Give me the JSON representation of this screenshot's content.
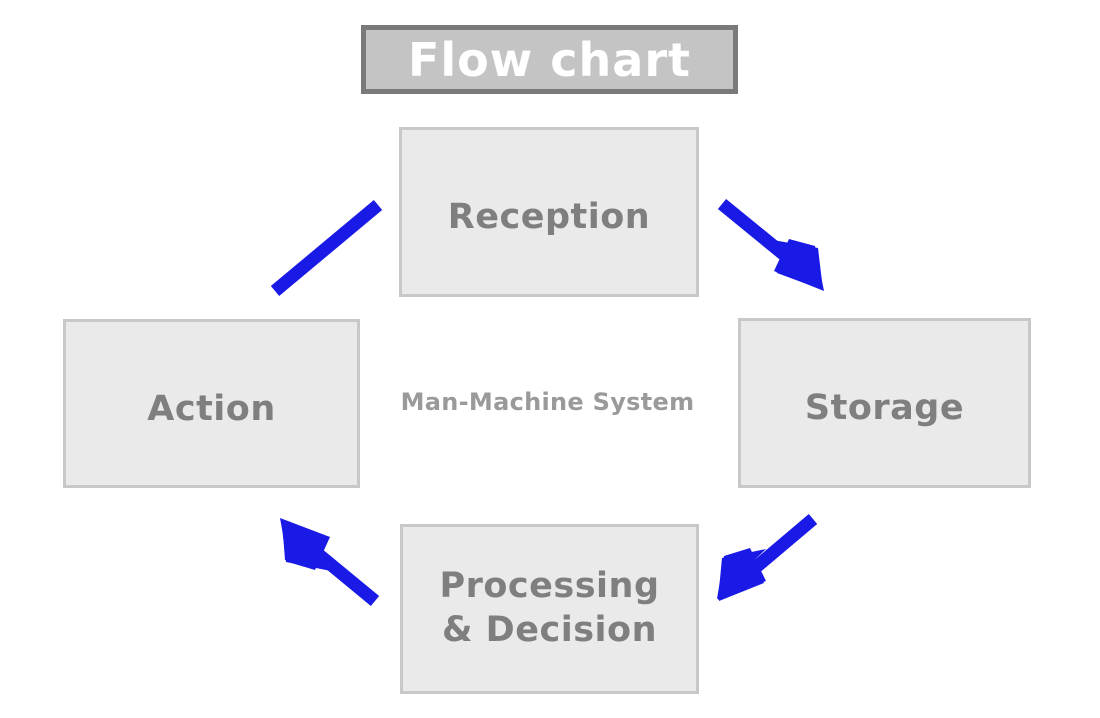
{
  "diagram": {
    "title": "Flow chart",
    "center_caption": "Man-Machine System",
    "nodes": [
      {
        "id": "reception",
        "label": "Reception",
        "position": "top"
      },
      {
        "id": "storage",
        "label": "Storage",
        "position": "right"
      },
      {
        "id": "processing",
        "label": "Processing\n& Decision",
        "line1": "Processing",
        "line2": "& Decision",
        "position": "bottom"
      },
      {
        "id": "action",
        "label": "Action",
        "position": "left"
      }
    ],
    "connectors": [
      {
        "id": "reception-to-storage",
        "from": "reception",
        "to": "storage",
        "direction": "down-right",
        "arrowhead": true
      },
      {
        "id": "storage-to-processing",
        "from": "storage",
        "to": "processing",
        "direction": "down-left",
        "arrowhead": true
      },
      {
        "id": "processing-to-action",
        "from": "processing",
        "to": "action",
        "direction": "up-left",
        "arrowhead": true
      },
      {
        "id": "action-to-reception",
        "from": "action",
        "to": "reception",
        "direction": "up-right",
        "arrowhead": false
      }
    ],
    "colors": {
      "arrow": "#1A1AE6",
      "node_fill": "#EAEAEA",
      "node_border": "#C8C8C8",
      "node_text": "#7F7F7F",
      "title_fill": "#C4C4C4",
      "title_border": "#7A7A7A",
      "title_text": "#FFFFFF",
      "caption_text": "#9A9A9A",
      "background": "#FFFFFF"
    }
  }
}
